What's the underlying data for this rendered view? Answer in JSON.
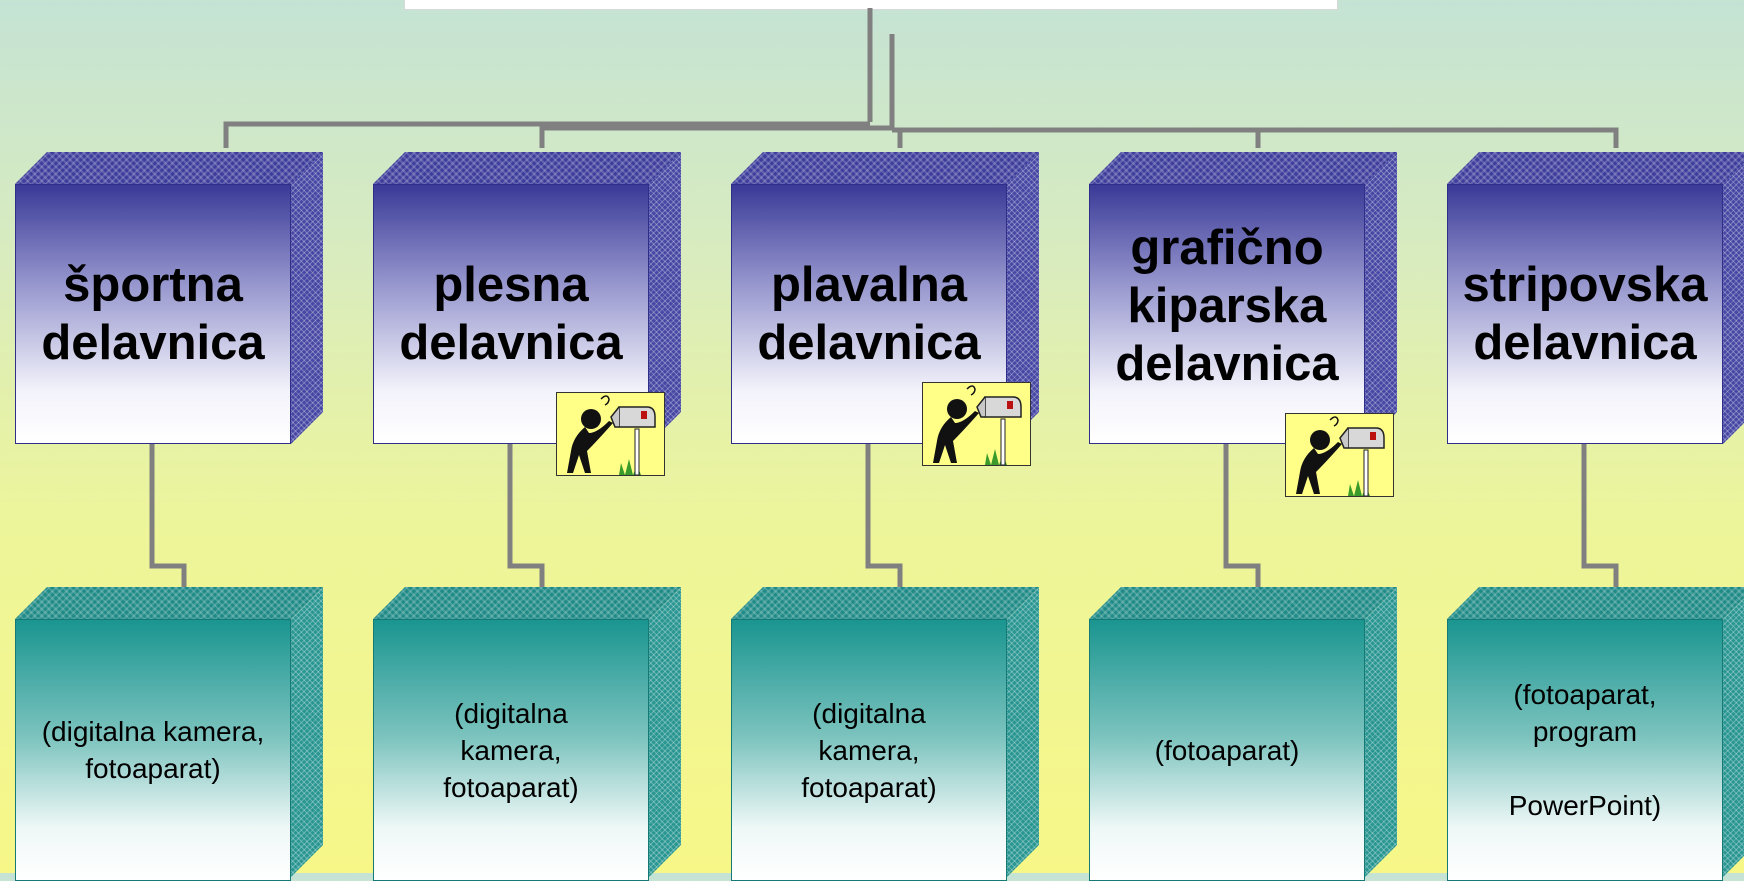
{
  "workshops": [
    {
      "title": "športna\ndelavnica",
      "equipment": "(digitalna kamera,\nfotoaparat)"
    },
    {
      "title": "plesna\ndelavnica",
      "equipment": "(digitalna\nkamera,\nfotoaparat)"
    },
    {
      "title": "plavalna\ndelavnica",
      "equipment": "(digitalna\nkamera,\nfotoaparat)"
    },
    {
      "title": "grafično\nkiparska\ndelavnica",
      "equipment": "(fotoaparat)"
    },
    {
      "title": "stripovska\ndelavnica",
      "equipment": "(fotoaparat,\nprogram\n\nPowerPoint)"
    }
  ],
  "colors": {
    "title_box": "#3a3a98",
    "equipment_box": "#1a9590",
    "connector": "#808080",
    "clipart_background": "#ffff88"
  },
  "icons": [
    "mailbox-figure-clipart"
  ]
}
